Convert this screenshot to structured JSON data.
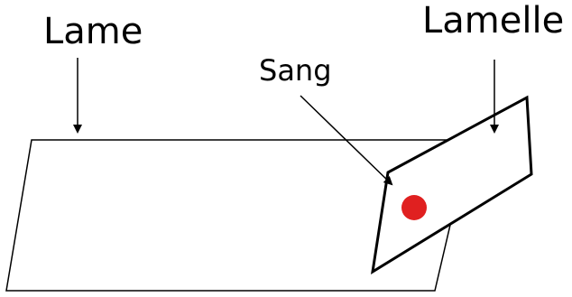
{
  "labels": {
    "slide": "Lame",
    "coverslip": "Lamelle",
    "blood": "Sang"
  },
  "colors": {
    "outline": "#000000",
    "blood": "#e02020",
    "background": "#ffffff"
  }
}
